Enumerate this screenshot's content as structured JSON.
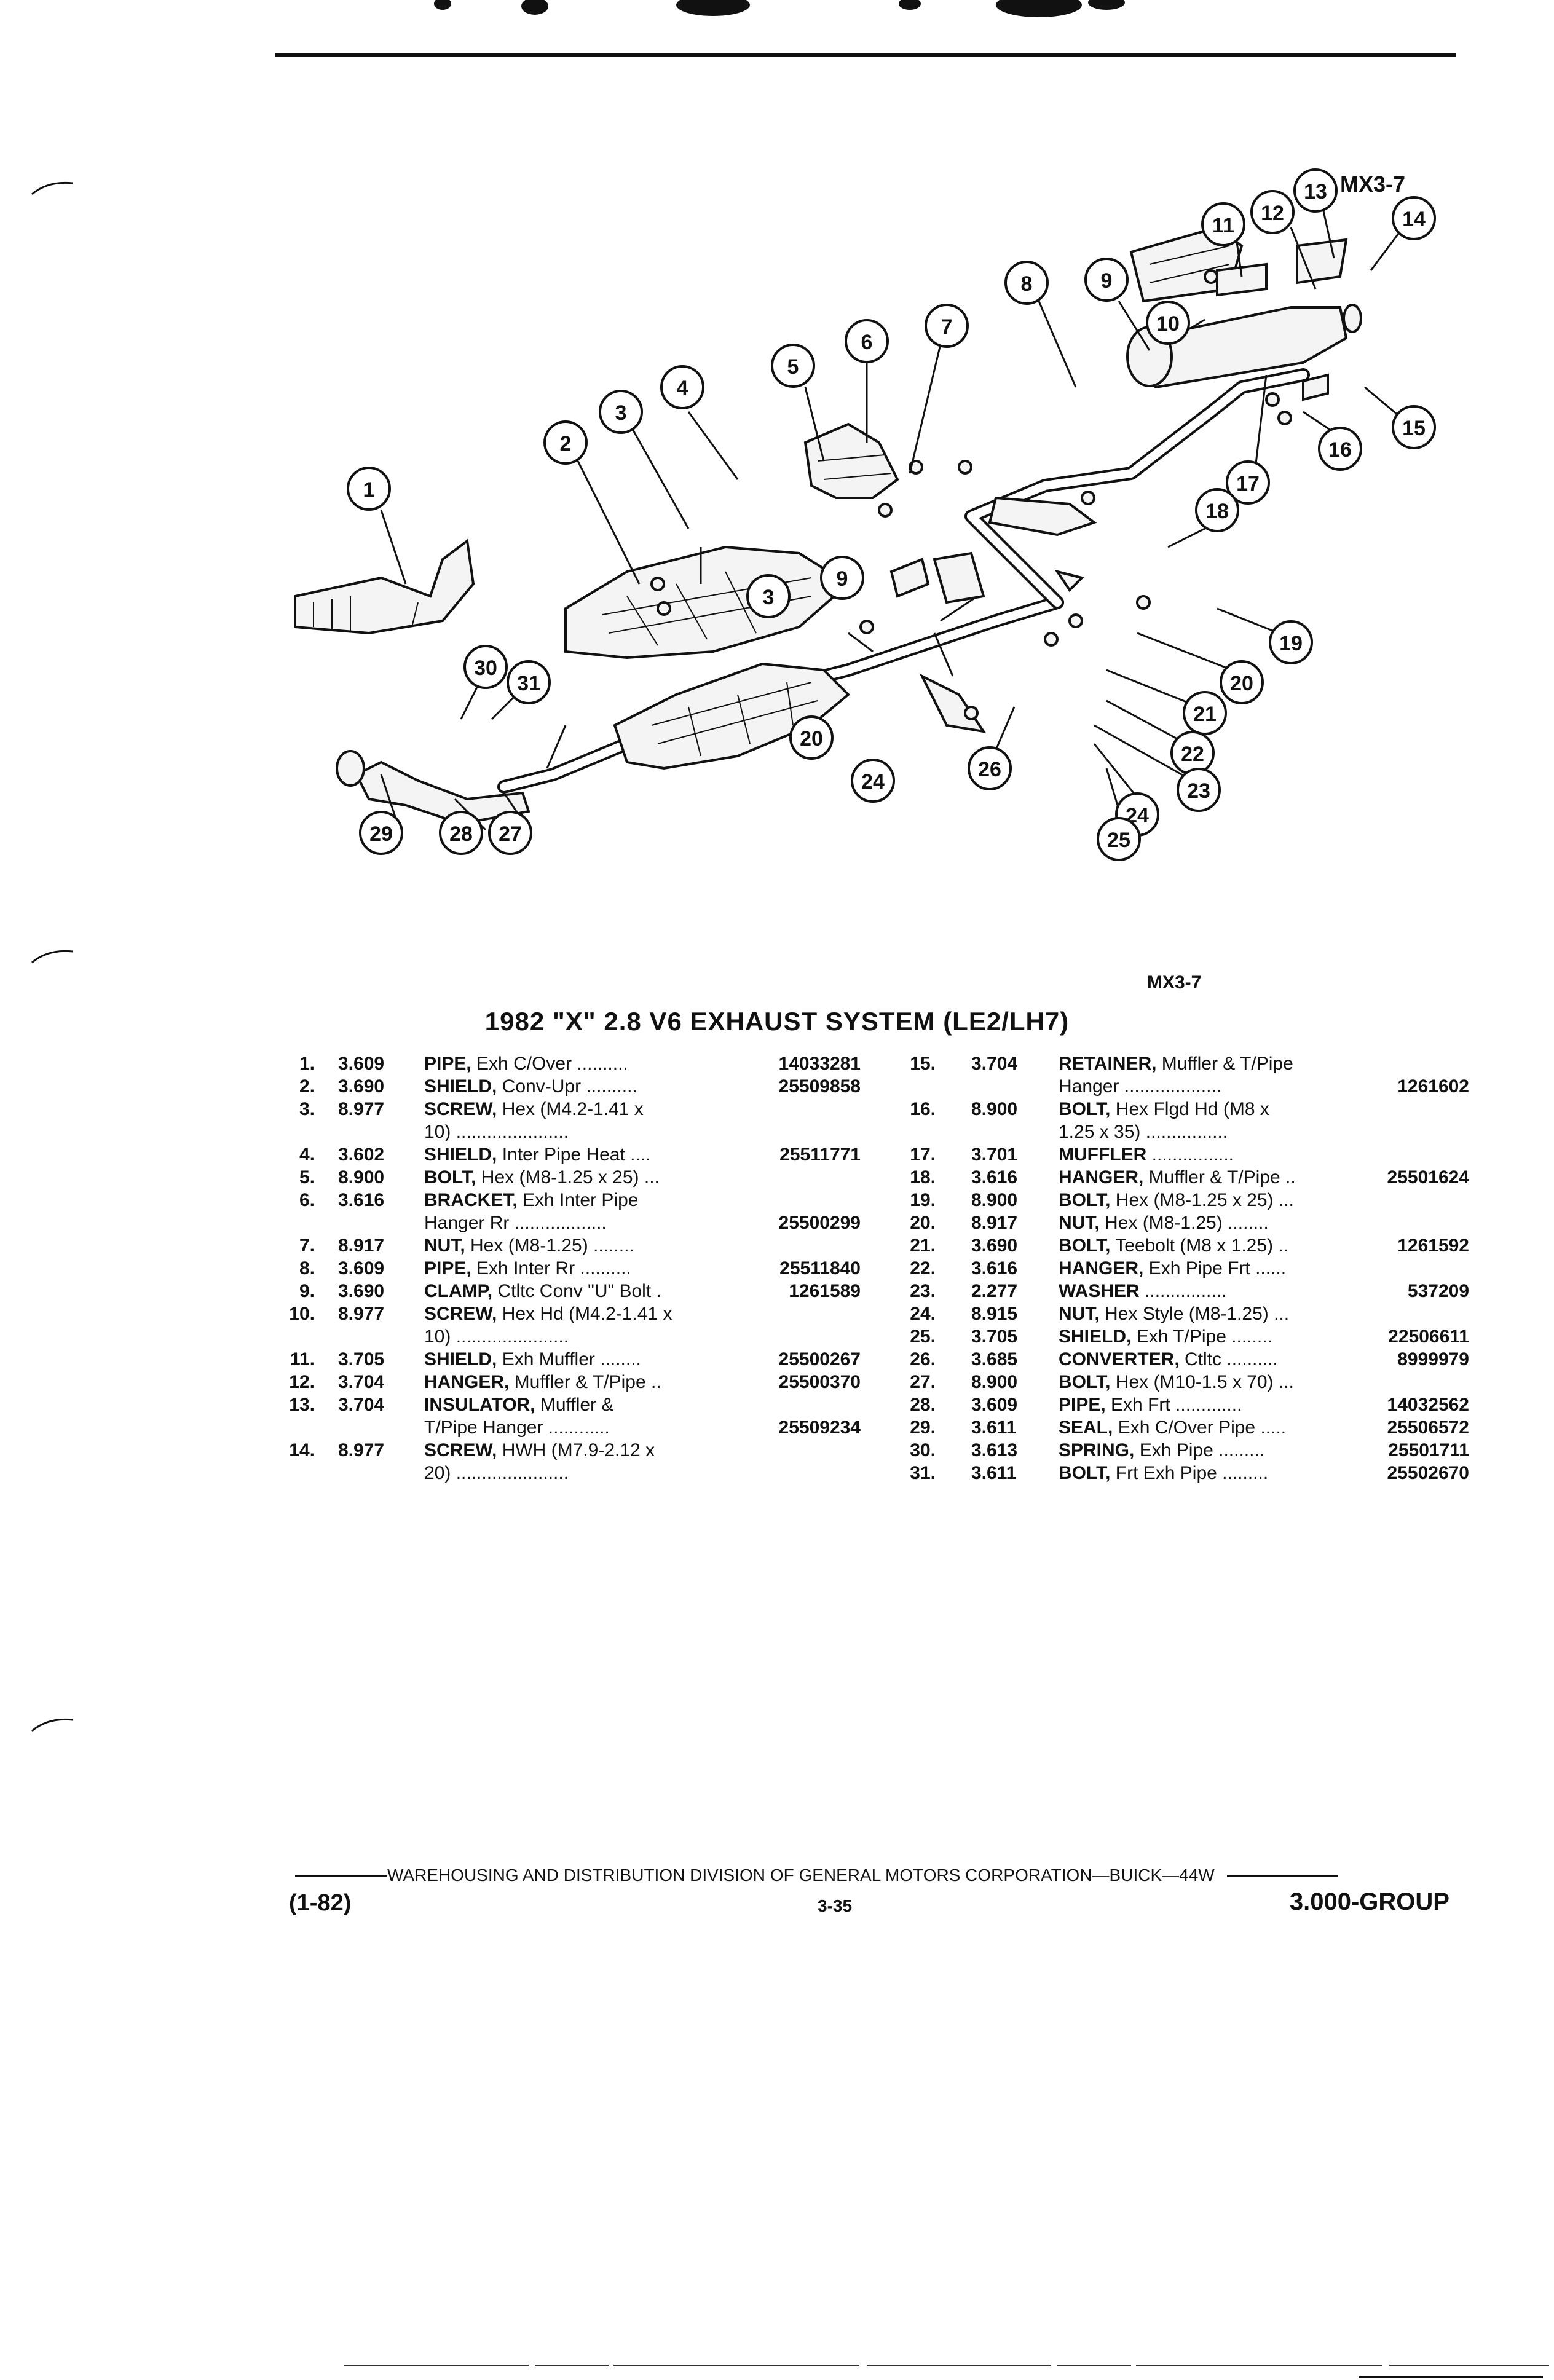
{
  "figure_code": "MX3-7",
  "figure_code_top": "MX3-7",
  "callouts": [
    "1",
    "2",
    "3",
    "4",
    "5",
    "6",
    "7",
    "8",
    "9",
    "10",
    "11",
    "12",
    "13",
    "14",
    "15",
    "16",
    "17",
    "18",
    "19",
    "20",
    "21",
    "22",
    "23",
    "24",
    "25",
    "26",
    "27",
    "28",
    "29",
    "30",
    "31",
    "3",
    "9",
    "20",
    "24"
  ],
  "title": "1982 \"X\" 2.8 V6 EXHAUST SYSTEM (LE2/LH7)",
  "parts_left": [
    {
      "num": "1.",
      "group": "3.609",
      "name": "PIPE,",
      "desc": " Exh C/Over ..........",
      "part": "14033281"
    },
    {
      "num": "2.",
      "group": "3.690",
      "name": "SHIELD,",
      "desc": " Conv-Upr ..........",
      "part": "25509858"
    },
    {
      "num": "3.",
      "group": "8.977",
      "name": "SCREW,",
      "desc": " Hex (M4.2-1.41 x",
      "cont": "10) ......................",
      "part": ""
    },
    {
      "num": "4.",
      "group": "3.602",
      "name": "SHIELD,",
      "desc": " Inter Pipe Heat ....",
      "part": "25511771"
    },
    {
      "num": "5.",
      "group": "8.900",
      "name": "BOLT,",
      "desc": " Hex (M8-1.25 x 25) ...",
      "part": ""
    },
    {
      "num": "6.",
      "group": "3.616",
      "name": "BRACKET,",
      "desc": " Exh Inter Pipe",
      "cont": "Hanger Rr ..................",
      "part": "25500299"
    },
    {
      "num": "7.",
      "group": "8.917",
      "name": "NUT,",
      "desc": " Hex (M8-1.25) ........",
      "part": ""
    },
    {
      "num": "8.",
      "group": "3.609",
      "name": "PIPE,",
      "desc": " Exh Inter Rr ..........",
      "part": "25511840"
    },
    {
      "num": "9.",
      "group": "3.690",
      "name": "CLAMP,",
      "desc": " Ctltc Conv \"U\" Bolt .",
      "part": "1261589"
    },
    {
      "num": "10.",
      "group": "8.977",
      "name": "SCREW,",
      "desc": " Hex Hd (M4.2-1.41 x",
      "cont": "10) ......................",
      "part": ""
    },
    {
      "num": "11.",
      "group": "3.705",
      "name": "SHIELD,",
      "desc": " Exh Muffler ........",
      "part": "25500267"
    },
    {
      "num": "12.",
      "group": "3.704",
      "name": "HANGER,",
      "desc": " Muffler & T/Pipe ..",
      "part": "25500370"
    },
    {
      "num": "13.",
      "group": "3.704",
      "name": "INSULATOR,",
      "desc": " Muffler &",
      "cont": "T/Pipe Hanger ............",
      "part": "25509234"
    },
    {
      "num": "14.",
      "group": "8.977",
      "name": "SCREW,",
      "desc": " HWH (M7.9-2.12 x",
      "cont": "20) ......................",
      "part": ""
    }
  ],
  "parts_right": [
    {
      "num": "15.",
      "group": "3.704",
      "name": "RETAINER,",
      "desc": " Muffler & T/Pipe",
      "cont": "Hanger ...................",
      "part": "1261602"
    },
    {
      "num": "16.",
      "group": "8.900",
      "name": "BOLT,",
      "desc": " Hex Flgd Hd (M8 x",
      "cont": "1.25 x 35) ................",
      "part": ""
    },
    {
      "num": "17.",
      "group": "3.701",
      "name": "MUFFLER",
      "desc": " ................",
      "part": ""
    },
    {
      "num": "18.",
      "group": "3.616",
      "name": "HANGER,",
      "desc": " Muffler & T/Pipe ..",
      "part": "25501624"
    },
    {
      "num": "19.",
      "group": "8.900",
      "name": "BOLT,",
      "desc": " Hex (M8-1.25 x 25) ...",
      "part": ""
    },
    {
      "num": "20.",
      "group": "8.917",
      "name": "NUT,",
      "desc": " Hex (M8-1.25) ........",
      "part": ""
    },
    {
      "num": "21.",
      "group": "3.690",
      "name": "BOLT,",
      "desc": " Teebolt (M8 x 1.25) ..",
      "part": "1261592"
    },
    {
      "num": "22.",
      "group": "3.616",
      "name": "HANGER,",
      "desc": " Exh Pipe Frt ......",
      "part": ""
    },
    {
      "num": "23.",
      "group": "2.277",
      "name": "WASHER",
      "desc": " ................",
      "part": "537209"
    },
    {
      "num": "24.",
      "group": "8.915",
      "name": "NUT,",
      "desc": " Hex Style (M8-1.25) ...",
      "part": ""
    },
    {
      "num": "25.",
      "group": "3.705",
      "name": "SHIELD,",
      "desc": " Exh T/Pipe ........",
      "part": "22506611"
    },
    {
      "num": "26.",
      "group": "3.685",
      "name": "CONVERTER,",
      "desc": " Ctltc ..........",
      "part": "8999979"
    },
    {
      "num": "27.",
      "group": "8.900",
      "name": "BOLT,",
      "desc": " Hex (M10-1.5 x 70) ...",
      "part": ""
    },
    {
      "num": "28.",
      "group": "3.609",
      "name": "PIPE,",
      "desc": " Exh Frt .............",
      "part": "14032562"
    },
    {
      "num": "29.",
      "group": "3.611",
      "name": "SEAL,",
      "desc": " Exh C/Over Pipe .....",
      "part": "25506572"
    },
    {
      "num": "30.",
      "group": "3.613",
      "name": "SPRING,",
      "desc": " Exh Pipe .........",
      "part": "25501711"
    },
    {
      "num": "31.",
      "group": "3.611",
      "name": "BOLT,",
      "desc": " Frt Exh Pipe .........",
      "part": "25502670"
    }
  ],
  "footer": {
    "division": "WAREHOUSING AND DISTRIBUTION  DIVISION OF GENERAL MOTORS CORPORATION—BUICK—44W",
    "date": "(1-82)",
    "page": "3-35",
    "group": "3.000-GROUP"
  }
}
